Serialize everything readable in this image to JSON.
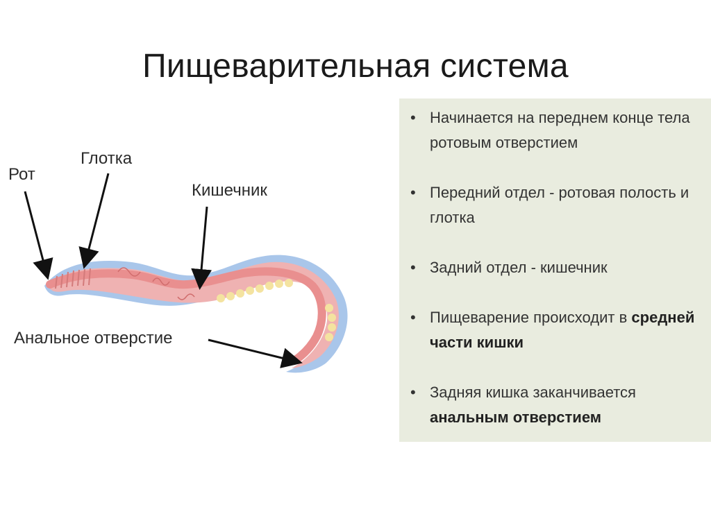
{
  "slide": {
    "title": "Пищеварительная система"
  },
  "diagram": {
    "labels": {
      "mouth": "Рот",
      "pharynx": "Глотка",
      "intestine": "Кишечник",
      "anus": "Анальное отверстие"
    },
    "colors": {
      "body_outer": "#a9c6ea",
      "body_inner": "#efb2b2",
      "gut": "#e98f8f",
      "yellow_cells": "#f4e3a0",
      "arrow": "#111111"
    }
  },
  "info": {
    "bullets": [
      {
        "text": "Начинается на переднем конце тела ротовым отверстием",
        "bold": ""
      },
      {
        "text": "Передний отдел - ротовая полость и глотка",
        "bold": ""
      },
      {
        "text": "Задний отдел - кишечник",
        "bold": ""
      },
      {
        "text": "Пищеварение происходит в ",
        "bold": "средней части кишки"
      },
      {
        "text": "Задняя кишка заканчивается ",
        "bold": "анальным отверстием"
      }
    ],
    "background": "#e9ecdf"
  }
}
